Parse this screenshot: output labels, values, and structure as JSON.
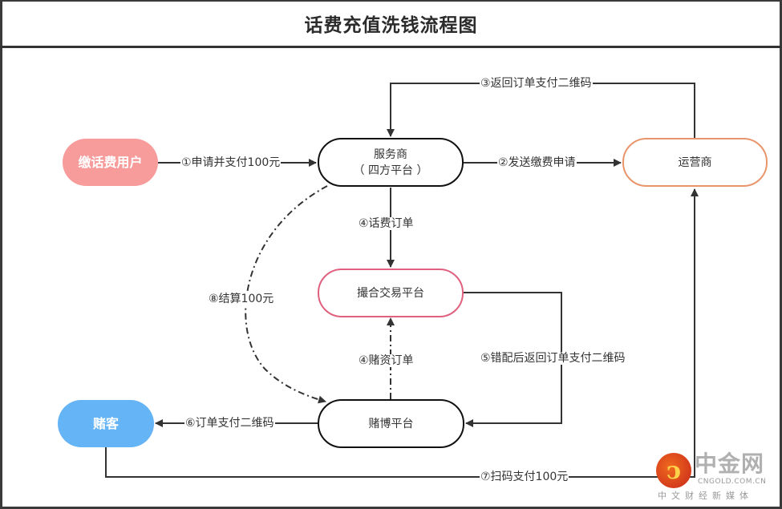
{
  "title": "话费充值洗钱流程图",
  "nodes": {
    "user": {
      "label": "缴话费用户",
      "color": "#f79b9b"
    },
    "provider": {
      "line1": "服务商",
      "line2": "（ 四方平台 ）",
      "color": "#111111"
    },
    "operator": {
      "label": "运营商",
      "color": "#e8956b"
    },
    "matching": {
      "label": "撮合交易平台",
      "color": "#e0607e"
    },
    "gambler": {
      "label": "赌客",
      "color": "#64b4f6"
    },
    "gambling": {
      "label": "赌博平台",
      "color": "#111111"
    }
  },
  "edges": {
    "e1": {
      "label": "①申请并支付100元",
      "from": "缴话费用户",
      "to": "服务商（四方平台）",
      "style": "solid"
    },
    "e2": {
      "label": "②发送缴费申请",
      "from": "服务商（四方平台）",
      "to": "运营商",
      "style": "solid"
    },
    "e3": {
      "label": "③返回订单支付二维码",
      "from": "运营商",
      "to": "服务商（四方平台）",
      "style": "solid"
    },
    "e4a": {
      "label": "④话费订单",
      "from": "服务商（四方平台）",
      "to": "撮合交易平台",
      "style": "solid"
    },
    "e4b": {
      "label": "④赌资订单",
      "from": "赌博平台",
      "to": "撮合交易平台",
      "style": "dash-dot"
    },
    "e5": {
      "label": "⑤错配后返回订单支付二维码",
      "from": "撮合交易平台",
      "to": "赌博平台",
      "style": "solid"
    },
    "e6": {
      "label": "⑥订单支付二维码",
      "from": "赌博平台",
      "to": "赌客",
      "style": "solid"
    },
    "e7": {
      "label": "⑦扫码支付100元",
      "from": "赌客",
      "to": "运营商",
      "style": "solid"
    },
    "e8": {
      "label": "⑧结算100元",
      "from": "服务商（四方平台）",
      "to": "赌博平台",
      "style": "dash-dot"
    }
  },
  "watermark": {
    "name": "中金网",
    "url": "CNGOLD.COM.CN",
    "slogan": "中文财经新媒体"
  }
}
